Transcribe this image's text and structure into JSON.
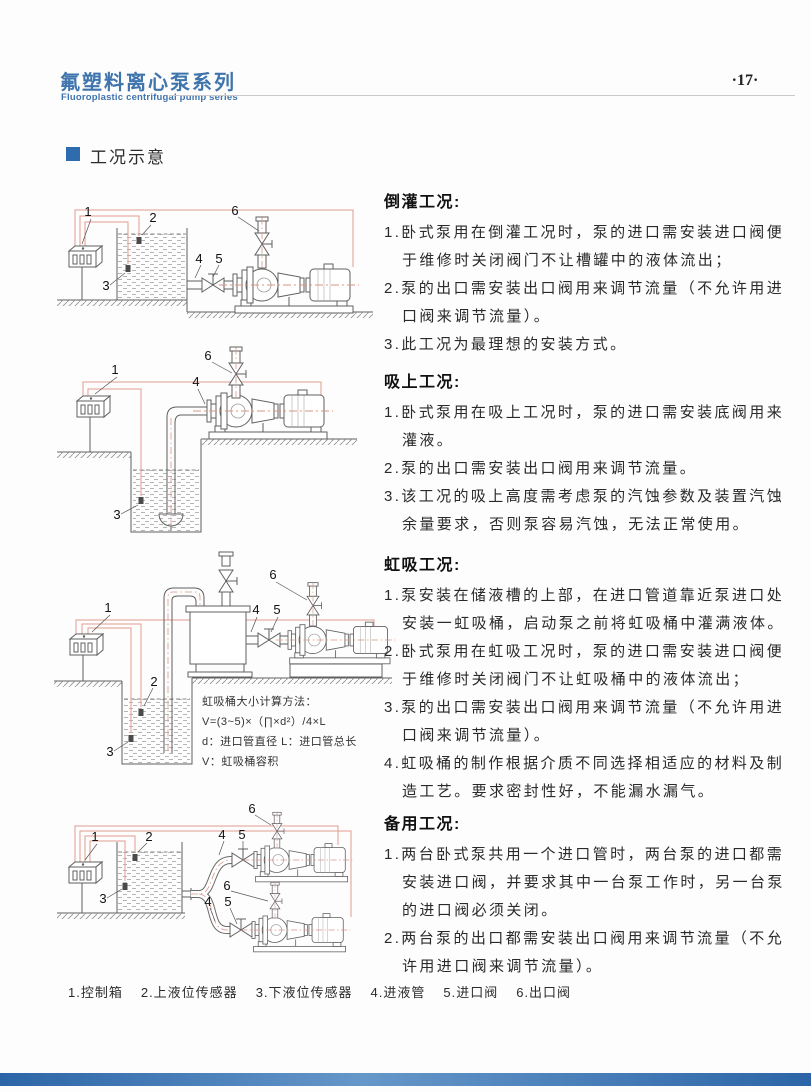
{
  "header": {
    "title_cn": "氟塑料离心泵系列",
    "title_en": "Fluoroplastic centrifugal pump series",
    "page_number": "·17·"
  },
  "section_heading": "工况示意",
  "sections": [
    {
      "title": "倒灌工况:",
      "items": [
        "1.卧式泵用在倒灌工况时，泵的进口需安装进口阀便于维修时关闭阀门不让槽罐中的液体流出；",
        "2.泵的出口需安装出口阀用来调节流量（不允许用进口阀来调节流量）。",
        "3.此工况为最理想的安装方式。"
      ]
    },
    {
      "title": "吸上工况:",
      "items": [
        "1.卧式泵用在吸上工况时，泵的进口需安装底阀用来灌液。",
        "2.泵的出口需安装出口阀用来调节流量。",
        "3.该工况的吸上高度需考虑泵的汽蚀参数及装置汽蚀余量要求，否则泵容易汽蚀，无法正常使用。"
      ]
    },
    {
      "title": "虹吸工况:",
      "items": [
        "1.泵安装在储液槽的上部，在进口管道靠近泵进口处安装一虹吸桶，启动泵之前将虹吸桶中灌满液体。",
        "2.卧式泵用在虹吸工况时，泵的进口需安装进口阀便于维修时关闭阀门不让虹吸桶中的液体流出；",
        "3.泵的出口需安装出口阀用来调节流量（不允许用进口阀来调节流量）。",
        "4.虹吸桶的制作根据介质不同选择相适应的材料及制造工艺。要求密封性好，不能漏水漏气。"
      ]
    },
    {
      "title": "备用工况:",
      "items": [
        "1.两台卧式泵共用一个进口管时，两台泵的进口都需安装进口阀，并要求其中一台泵工作时，另一台泵的进口阀必须关闭。",
        "2.两台泵的出口都需安装出口阀用来调节流量（不允许用进口阀来调节流量）。"
      ]
    }
  ],
  "siphon_note": [
    "虹吸桶大小计算方法：",
    "V=(3~5)×（∏×d²）/4×L",
    "d：进口管直径  L：进口管总长",
    "V：虹吸桶容积"
  ],
  "legend": [
    "1.控制箱",
    "2.上液位传感器",
    "3.下液位传感器",
    "4.进液管",
    "5.进口阀",
    "6.出口阀"
  ],
  "callouts": {
    "n1": "1",
    "n2": "2",
    "n3": "3",
    "n4": "4",
    "n5": "5",
    "n6": "6"
  },
  "colors": {
    "accent": "#2e6cad",
    "wire": "#e29b90"
  }
}
